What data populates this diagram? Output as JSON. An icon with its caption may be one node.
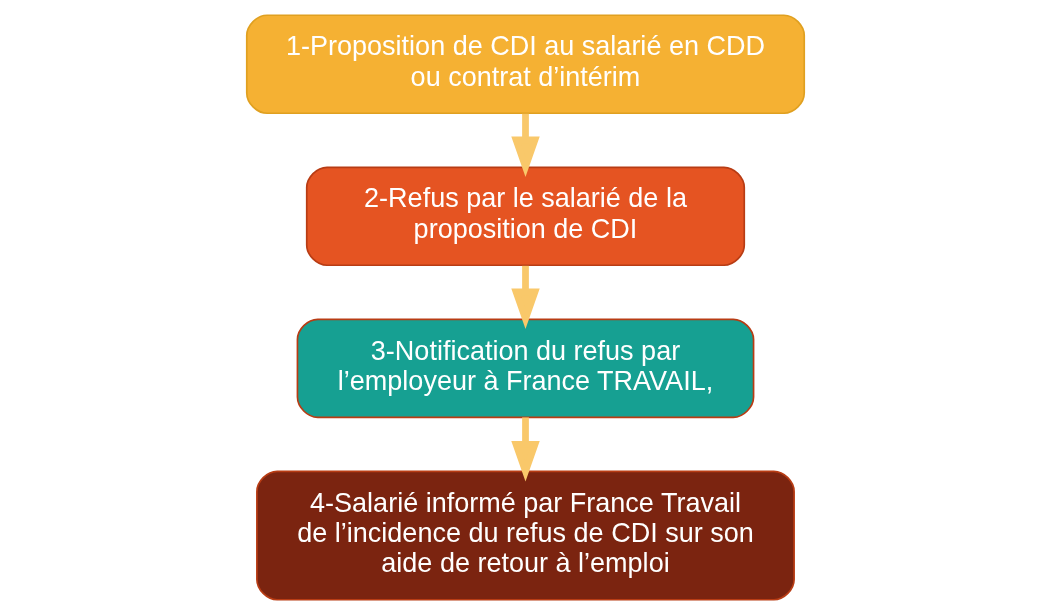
{
  "diagram": {
    "nodes": [
      {
        "text": [
          "1-Proposition de CDI au salarié en CDD ou contrat d’intérim"
        ]
      },
      {
        "text": [
          "2-Refus par le salarié de la proposition de CDI"
        ]
      },
      {
        "text": [
          "3-Notification du refus par l’employeur à France TRAVAIL,"
        ]
      },
      {
        "text": [
          "4-Salarié informé par France Travail de l’incidence du refus de CDI sur son aide de retour à l’emploi"
        ]
      }
    ],
    "edges": [
      {
        "from": 0,
        "to": 1,
        "arrow": "to"
      },
      {
        "from": 1,
        "to": 2,
        "arrow": "to"
      },
      {
        "from": 2,
        "to": 3,
        "arrow": "to"
      }
    ]
  }
}
